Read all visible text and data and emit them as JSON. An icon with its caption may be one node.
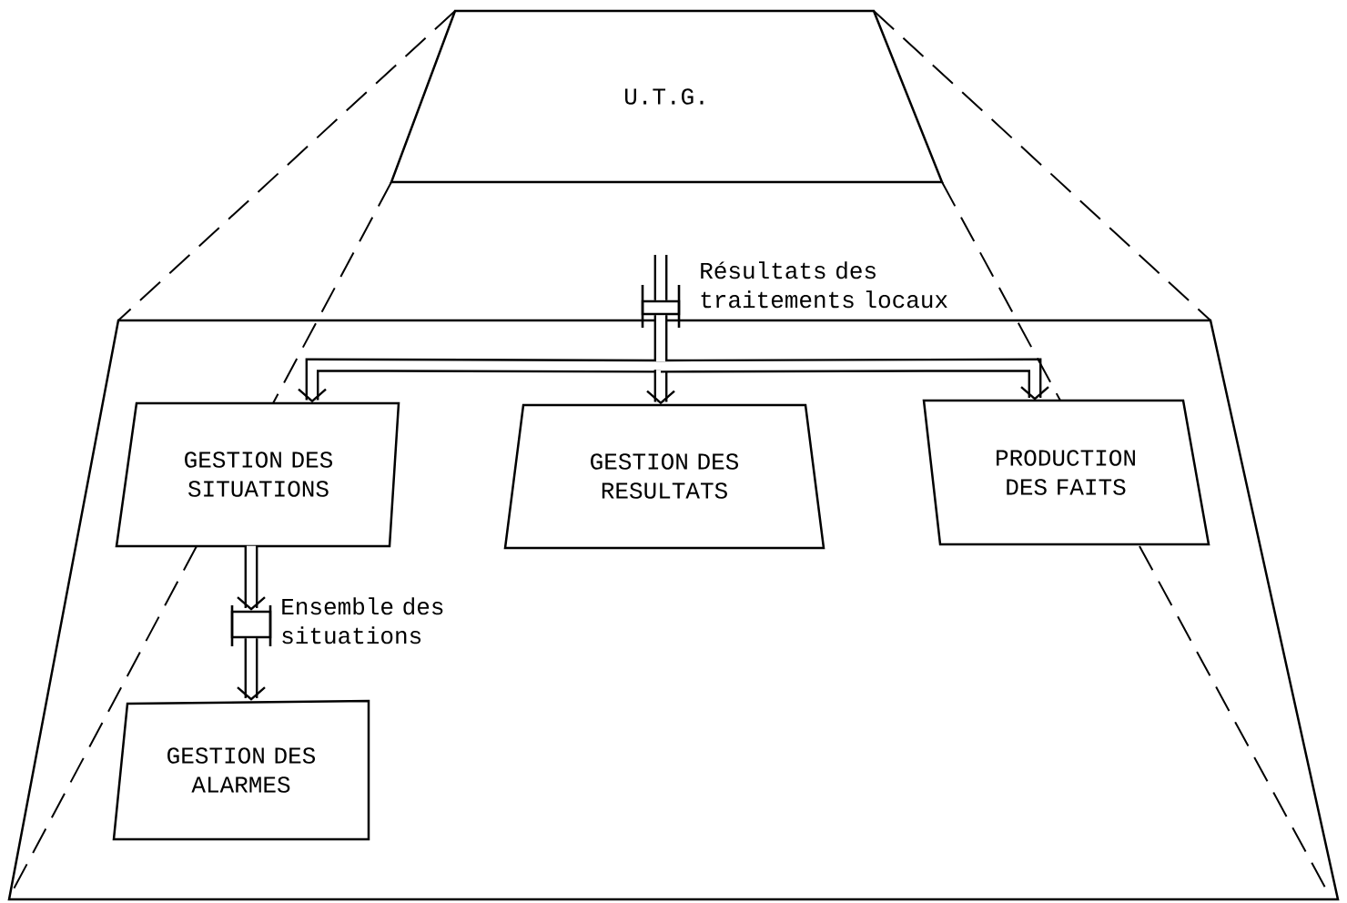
{
  "diagram": {
    "nodes": [
      {
        "text": [
          "U.T.G."
        ]
      },
      {
        "text": [],
        "shape": "box"
      },
      {
        "text": [],
        "shape": "box",
        "beside": [
          "Résultats des traitements locaux"
        ]
      },
      {
        "text": [
          "GESTION DES SITUATIONS"
        ],
        "in": 1
      },
      {
        "text": [
          "GESTION DES RESULTATS"
        ],
        "in": 1
      },
      {
        "text": [
          "PRODUCTION DES FAITS"
        ],
        "in": 1
      },
      {
        "text": [],
        "shape": "box",
        "in": 1,
        "beside": [
          "Ensemble des situations"
        ]
      },
      {
        "text": [
          "GESTION DES ALARMES"
        ],
        "in": 1
      }
    ],
    "edges": [
      {
        "from": null,
        "to": 2,
        "arrow": "none",
        "style": "thick"
      },
      {
        "from": 2,
        "to": 3,
        "arrow": "to",
        "style": "thick"
      },
      {
        "from": 2,
        "to": 4,
        "arrow": "to",
        "style": "thick"
      },
      {
        "from": 2,
        "to": 5,
        "arrow": "to",
        "style": "thick"
      },
      {
        "from": 3,
        "to": 6,
        "arrow": "to",
        "style": "thick"
      },
      {
        "from": 6,
        "to": 7,
        "arrow": "to",
        "style": "thick"
      },
      {
        "from": 0,
        "to": 1,
        "arrow": "none",
        "style": "dashed"
      },
      {
        "from": 0,
        "to": 1,
        "arrow": "none",
        "style": "dashed"
      },
      {
        "from": 0,
        "to": 3,
        "arrow": "none",
        "style": "dashed"
      },
      {
        "from": 3,
        "to": 1,
        "arrow": "none",
        "style": "dashed"
      },
      {
        "from": 0,
        "to": 5,
        "arrow": "none",
        "style": "dashed"
      },
      {
        "from": 5,
        "to": 1,
        "arrow": "none",
        "style": "dashed"
      }
    ]
  }
}
